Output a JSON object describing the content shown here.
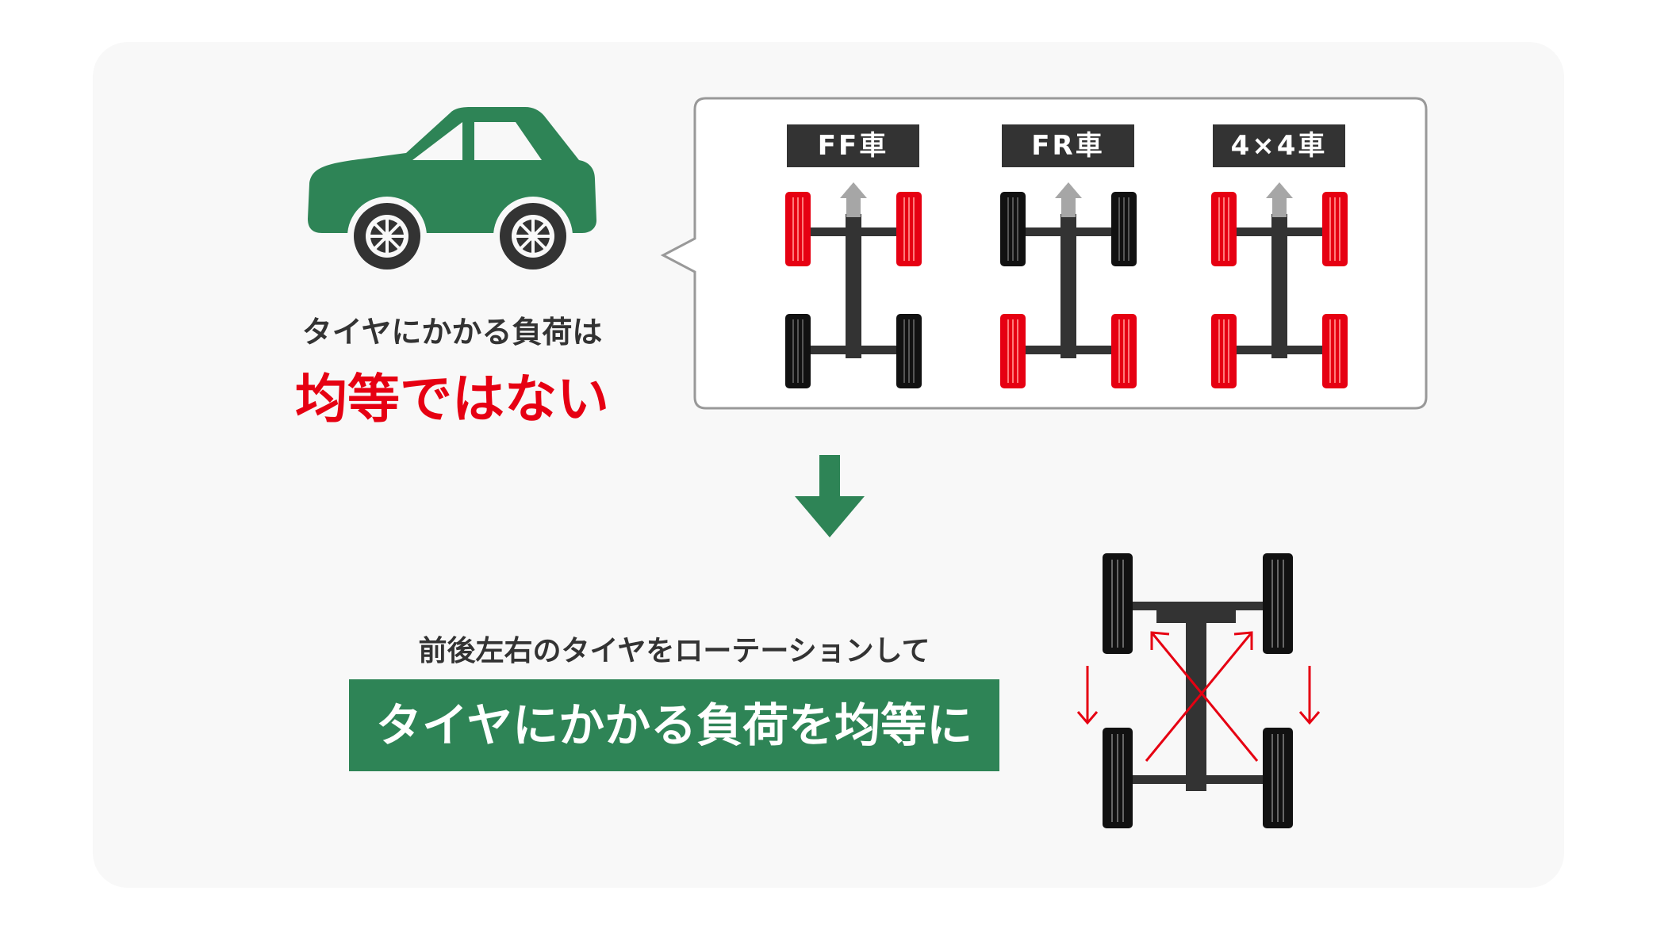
{
  "colors": {
    "panel": "#f8f8f8",
    "car": "#2e8456",
    "accent_red": "#e60012",
    "dark": "#333333",
    "tire_black": "#111111",
    "arrow_gray": "#a6a6a6",
    "bubble_border": "#999999"
  },
  "left": {
    "car_icon": "sedan-car-icon",
    "caption_line1": "タイヤにかかる負荷は",
    "caption_line2": "均等ではない"
  },
  "drive_types": [
    {
      "label": "FF車",
      "front_tires_highlighted": true,
      "rear_tires_highlighted": false
    },
    {
      "label": "FR車",
      "front_tires_highlighted": false,
      "rear_tires_highlighted": true
    },
    {
      "label": "4×4車",
      "front_tires_highlighted": true,
      "rear_tires_highlighted": true
    }
  ],
  "down_arrow_icon": "down-arrow-icon",
  "bottom": {
    "sub_text": "前後左右のタイヤをローテーションして",
    "banner_text": "タイヤにかかる負荷を均等に",
    "rotation_icon": "tire-rotation-diagram-icon"
  }
}
